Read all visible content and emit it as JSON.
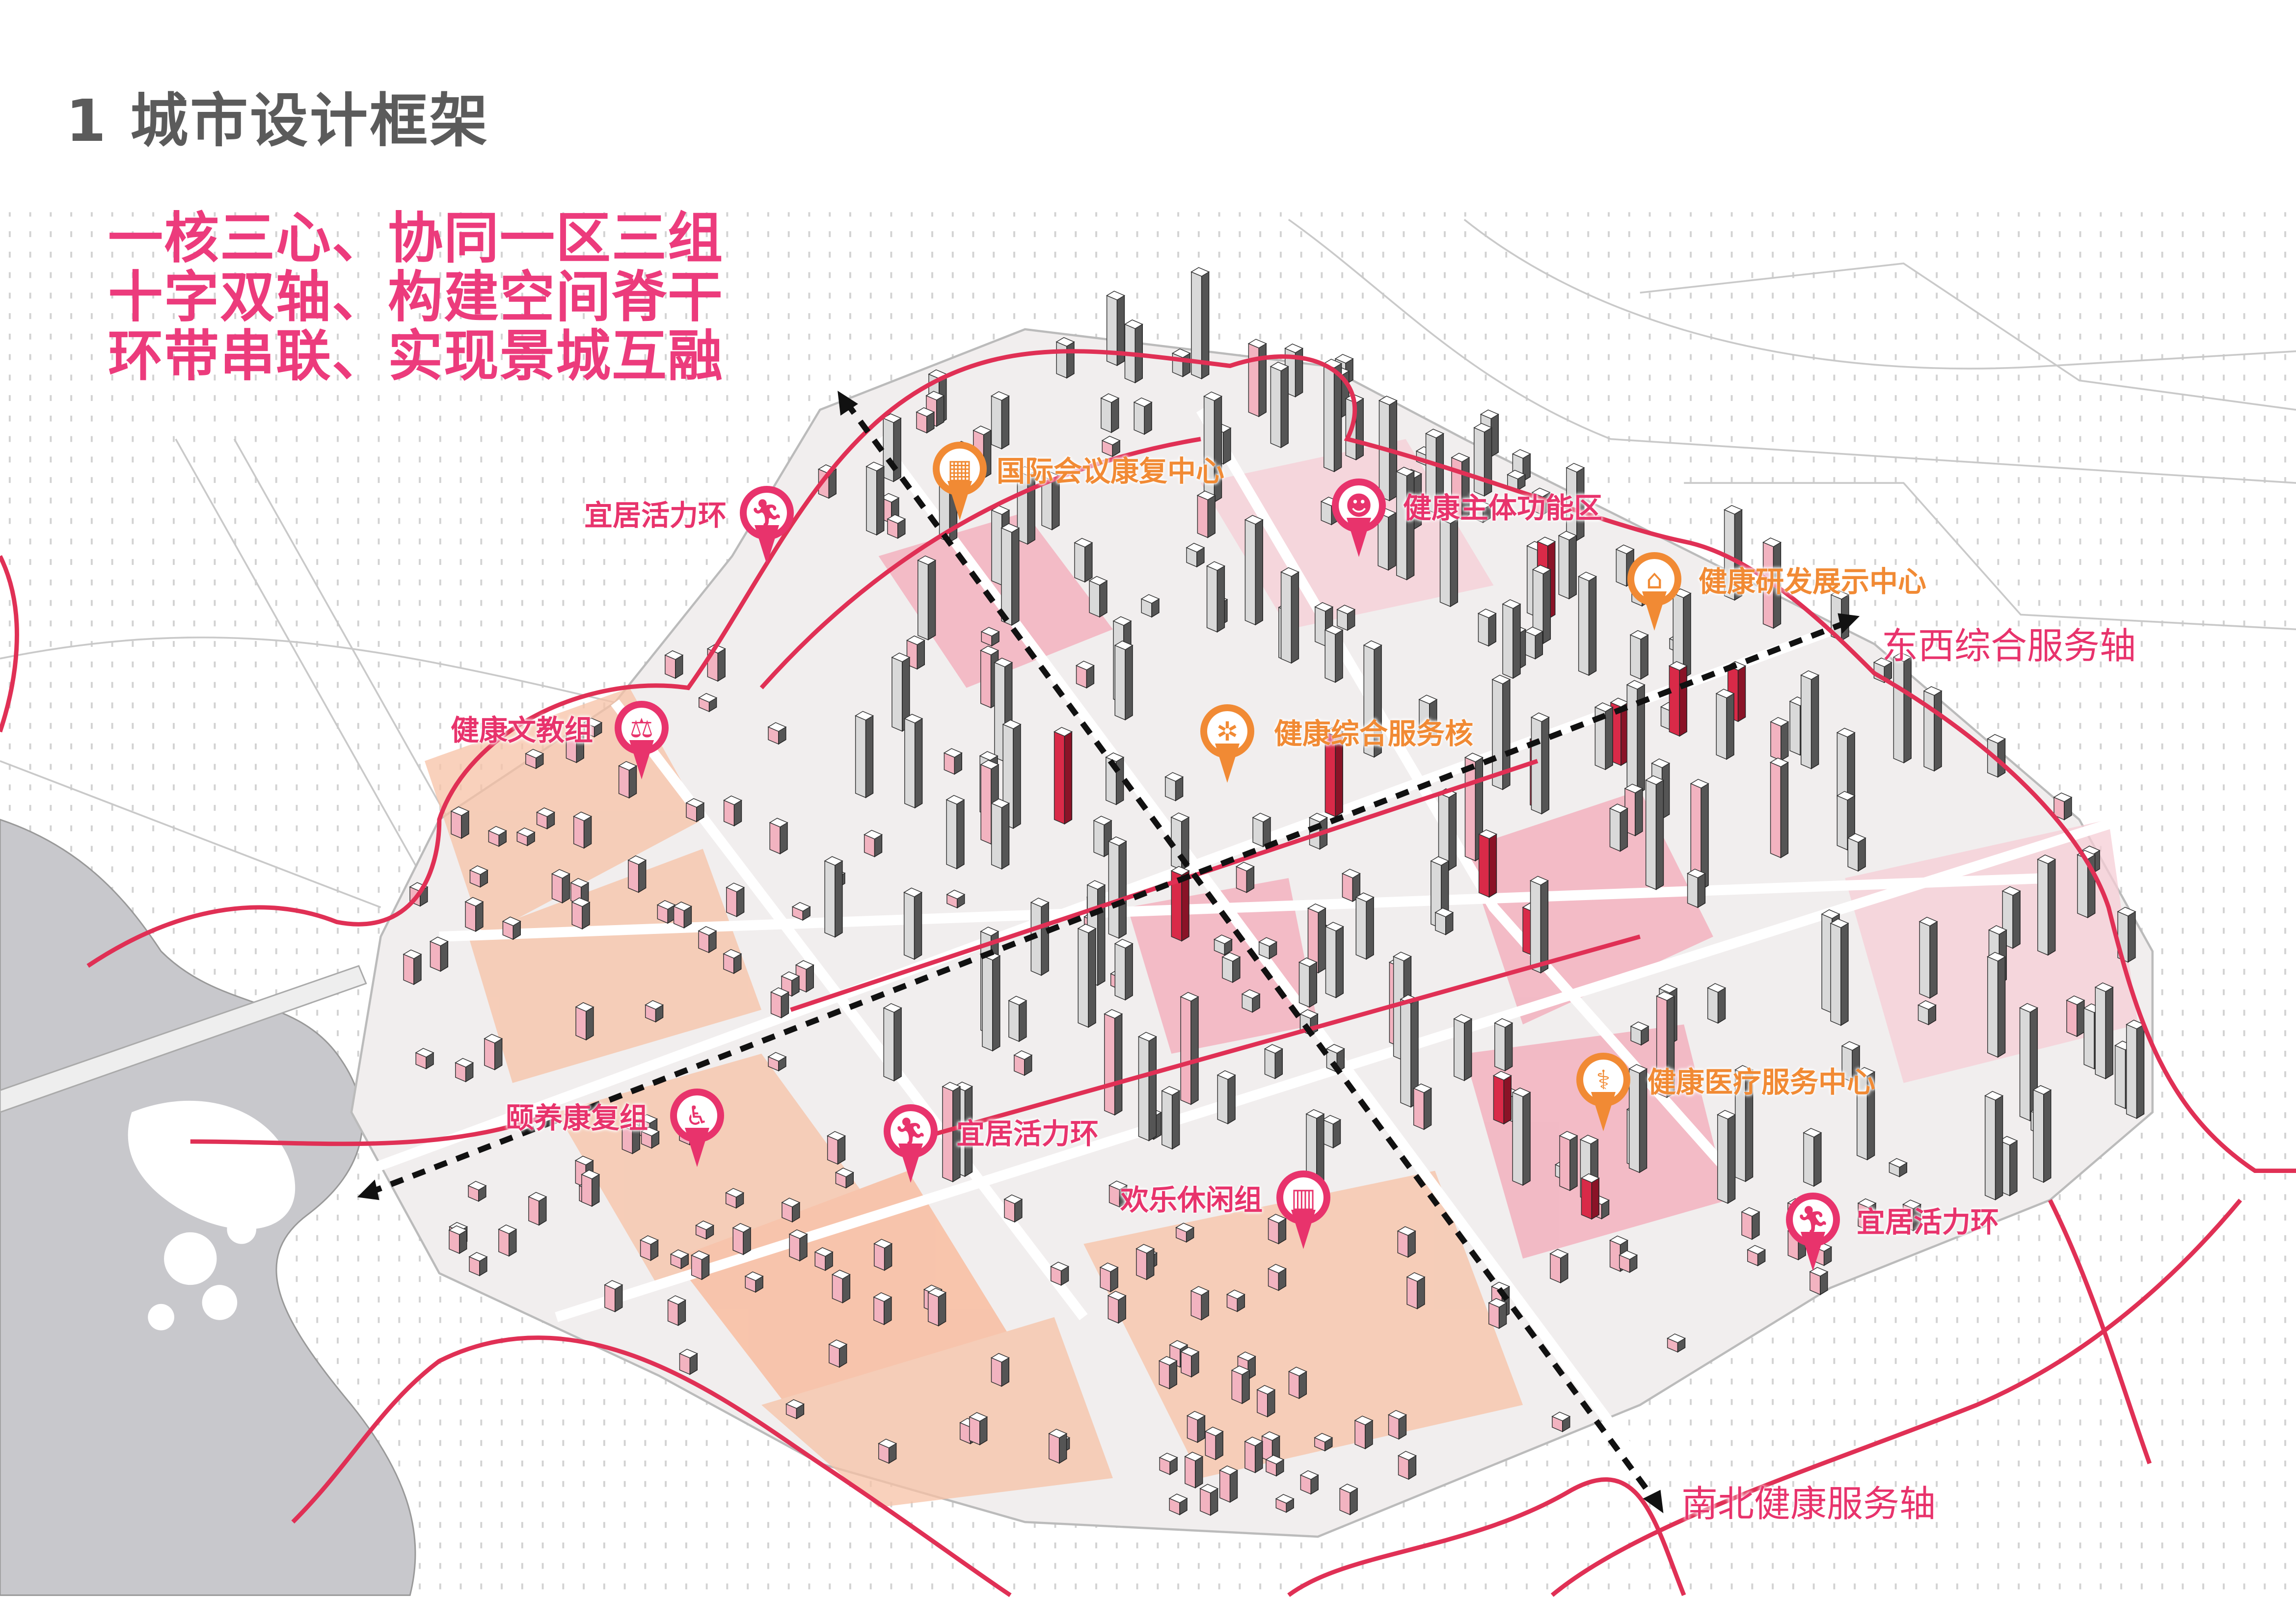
{
  "header": {
    "title": "1 城市设计框架"
  },
  "slogan": [
    "一核三心、协同一区三组",
    "十字双轴、构建空间脊干",
    "环带串联、实现景城互融"
  ],
  "colors": {
    "pink": "#e8336c",
    "orange": "#f18a34",
    "title_gray": "#5b5b5b",
    "lake": "#c8c8cc",
    "tower": "#d4d4d4",
    "red_building": "#d92a48"
  },
  "axes": {
    "east_west": "东西综合服务轴",
    "north_south": "南北健康服务轴"
  },
  "labels": [
    {
      "text": "国际会议康复中心",
      "color": "orange",
      "icon": "conference-icon"
    },
    {
      "text": "宜居活力环",
      "color": "pink",
      "icon": "runner-icon"
    },
    {
      "text": "健康主体功能区",
      "color": "pink",
      "icon": "people-icon"
    },
    {
      "text": "健康研发展示中心",
      "color": "orange",
      "icon": "lab-building-icon"
    },
    {
      "text": "健康文教组",
      "color": "pink",
      "icon": "scales-icon"
    },
    {
      "text": "健康综合服务核",
      "color": "orange",
      "icon": "service-core-icon"
    },
    {
      "text": "颐养康复组",
      "color": "pink",
      "icon": "elderly-icon"
    },
    {
      "text": "宜居活力环",
      "color": "pink",
      "icon": "runner-icon"
    },
    {
      "text": "健康医疗服务中心",
      "color": "orange",
      "icon": "hospital-icon"
    },
    {
      "text": "欢乐休闲组",
      "color": "pink",
      "icon": "leisure-building-icon"
    },
    {
      "text": "宜居活力环",
      "color": "pink",
      "icon": "runner-icon"
    }
  ]
}
